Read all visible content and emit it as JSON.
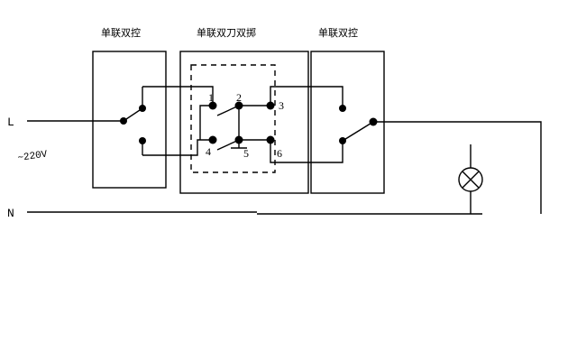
{
  "diagram": {
    "title_labels": {
      "switch_left": "单联双控",
      "switch_middle": "单联双刀双掷",
      "switch_right": "单联双控"
    },
    "rails": {
      "live_label": "L",
      "neutral_label": "N",
      "supply_label": "~220V"
    },
    "terminals": {
      "t1": "1",
      "t2": "2",
      "t3": "3",
      "t4": "4",
      "t5": "5",
      "t6": "6"
    },
    "colors": {
      "line": "#000000",
      "background": "#ffffff"
    },
    "components": {
      "lamp_name": "lamp",
      "switch_left_name": "spdt-switch-left",
      "switch_middle_name": "dpdt-switch-middle",
      "switch_right_name": "spdt-switch-right"
    }
  }
}
